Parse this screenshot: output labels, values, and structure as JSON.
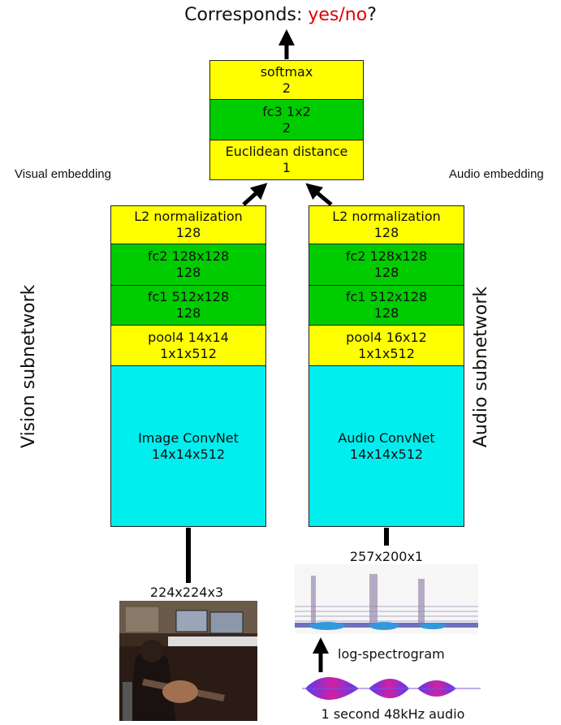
{
  "title": {
    "prefix": "Corresponds: ",
    "highlight": "yes/no",
    "suffix": "?",
    "highlight_color": "#e00000"
  },
  "fusion": [
    {
      "line1": "softmax",
      "line2": "2",
      "color": "#ffff00"
    },
    {
      "line1": "fc3 1x2",
      "line2": "2",
      "color": "#00cc00"
    },
    {
      "line1": "Euclidean distance",
      "line2": "1",
      "color": "#ffff00"
    }
  ],
  "labels": {
    "visual_embedding": "Visual embedding",
    "audio_embedding": "Audio embedding",
    "vision_subnetwork": "Vision subnetwork",
    "audio_subnetwork": "Audio subnetwork"
  },
  "vision": [
    {
      "line1": "L2 normalization",
      "line2": "128"
    },
    {
      "line1": "fc2 128x128",
      "line2": "128"
    },
    {
      "line1": "fc1 512x128",
      "line2": "128"
    },
    {
      "line1": "pool4 14x14",
      "line2": "1x1x512"
    },
    {
      "line1": "Image ConvNet",
      "line2": "14x14x512"
    }
  ],
  "audio": [
    {
      "line1": "L2 normalization",
      "line2": "128"
    },
    {
      "line1": "fc2 128x128",
      "line2": "128"
    },
    {
      "line1": "fc1 512x128",
      "line2": "128"
    },
    {
      "line1": "pool4 16x12",
      "line2": "1x1x512"
    },
    {
      "line1": "Audio ConvNet",
      "line2": "14x14x512"
    }
  ],
  "inputs": {
    "image_dims": "224x224x3",
    "audio_dims": "257x200x1",
    "spectrogram_label": "log-spectrogram",
    "audio_caption": "1 second 48kHz audio"
  },
  "colors": {
    "yellow": "#ffff00",
    "green": "#00cc00",
    "cyan": "#00eeee"
  }
}
